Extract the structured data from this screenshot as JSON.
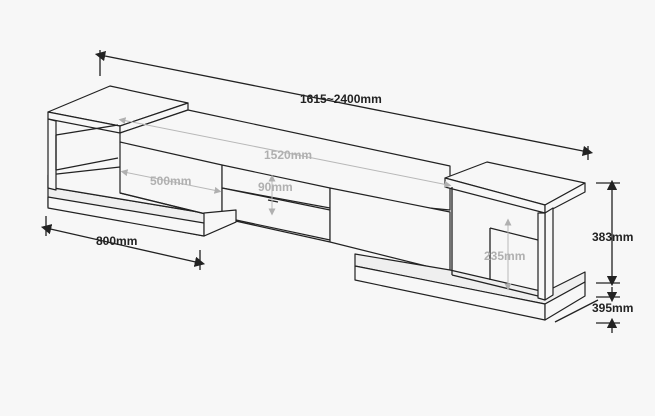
{
  "dimensions": {
    "total_length": "1615~2400mm",
    "inner_span": "1520mm",
    "drawer_width": "500mm",
    "drawer_height": "90mm",
    "cabinet_depth": "800mm",
    "upper_height": "383mm",
    "base_height": "395mm",
    "inner_height": "235mm"
  },
  "colors": {
    "line": "#222222",
    "dimension_gray": "#b0b0b0",
    "background": "#f7f7f7"
  }
}
